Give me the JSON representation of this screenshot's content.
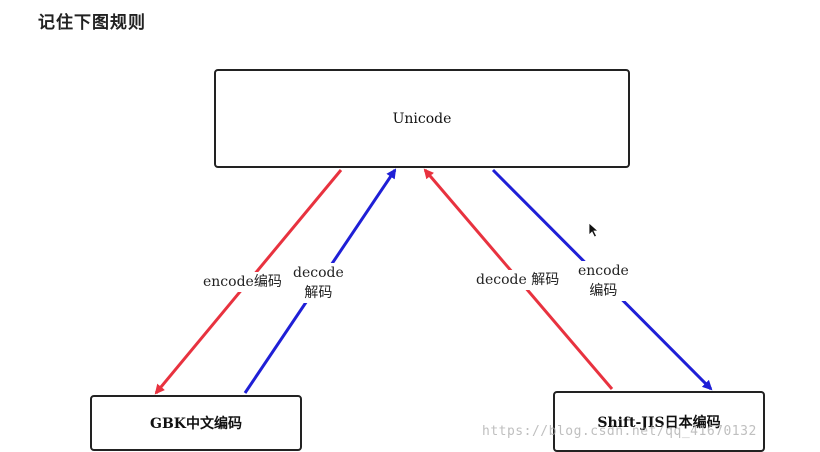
{
  "heading": "记住下图规则",
  "nodes": {
    "unicode": "Unicode",
    "gbk": "GBK中文编码",
    "sjis": "Shift-JIS日本编码"
  },
  "edges": {
    "left_encode": {
      "line1": "encode编码",
      "color": "#e8323f"
    },
    "left_decode": {
      "line1": "decode",
      "line2": "解码",
      "color": "#1f1fd6"
    },
    "right_decode": {
      "line1": "decode 解码",
      "color": "#e8323f"
    },
    "right_encode": {
      "line1": "encode",
      "line2": "编码",
      "color": "#1f1fd6"
    }
  },
  "watermark": "https://blog.csdn.net/qq_41670132"
}
